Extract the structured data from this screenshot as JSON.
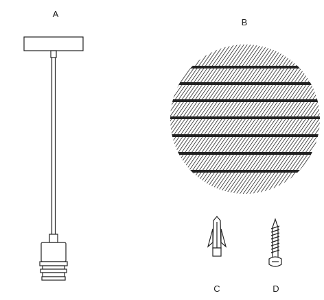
{
  "labels": {
    "a": "A",
    "b": "B",
    "c": "C",
    "d": "D"
  },
  "colors": {
    "ink": "#222222",
    "background": "#ffffff"
  },
  "parts": [
    {
      "id": "a",
      "icon": "pendant-lamp-holder-icon"
    },
    {
      "id": "b",
      "icon": "woven-round-shade-icon"
    },
    {
      "id": "c",
      "icon": "wall-plug-anchor-icon"
    },
    {
      "id": "d",
      "icon": "screw-icon"
    }
  ]
}
